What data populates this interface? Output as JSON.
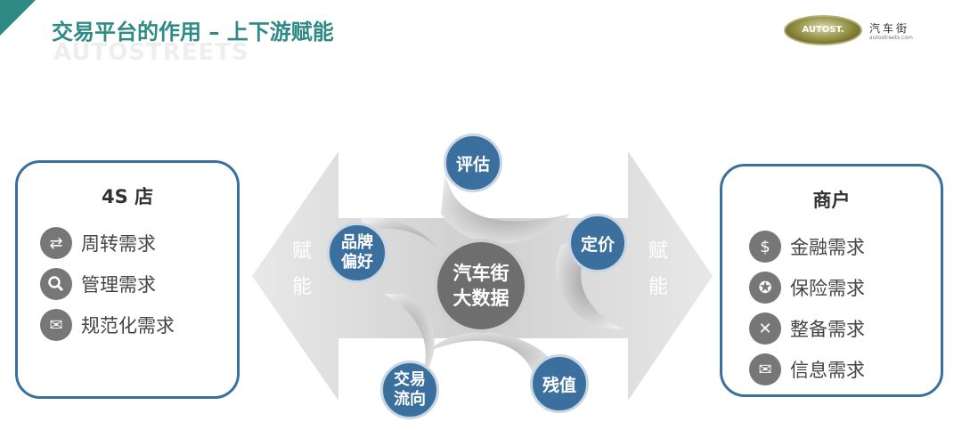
{
  "header": {
    "title": "交易平台的作用 – 上下游赋能",
    "watermark": "AUTOSTREETS",
    "logo_oval": "AUTOST.",
    "logo_cn": "汽车街",
    "logo_en": "autostreets.com"
  },
  "left_panel": {
    "title": "4S 店",
    "items": [
      {
        "label": "周转需求",
        "icon": "exchange-icon"
      },
      {
        "label": "管理需求",
        "icon": "magnifier-icon"
      },
      {
        "label": "规范化需求",
        "icon": "envelope-icon"
      }
    ]
  },
  "right_panel": {
    "title": "商户",
    "items": [
      {
        "label": "金融需求",
        "icon": "dollar-icon"
      },
      {
        "label": "保险需求",
        "icon": "badge-icon"
      },
      {
        "label": "整备需求",
        "icon": "tools-icon"
      },
      {
        "label": "信息需求",
        "icon": "envelope-icon"
      }
    ]
  },
  "left_arrow_text": [
    "赋",
    "能"
  ],
  "right_arrow_text": [
    "赋",
    "能"
  ],
  "center": {
    "line1": "汽车街",
    "line2": "大数据"
  },
  "nodes": {
    "pinggu": "评估",
    "pinpai": [
      "品牌",
      "偏好"
    ],
    "dingjia": "定价",
    "jiaoyi": [
      "交易",
      "流向"
    ],
    "canzhi": "残值"
  },
  "colors": {
    "accent": "#2f8a86",
    "node": "#3b6f9e",
    "arrow": "#d9d9d9",
    "center": "#6e6e6e"
  }
}
